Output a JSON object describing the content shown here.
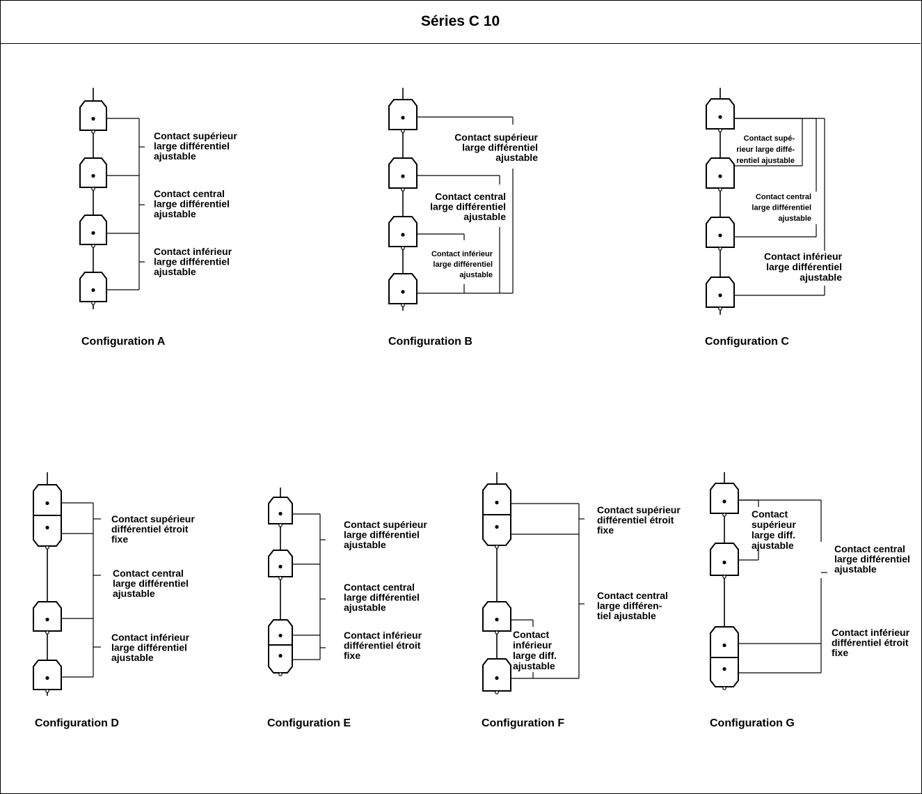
{
  "title": "Séries C 10",
  "configurations": {
    "A": {
      "caption": "Configuration A",
      "labels": [
        [
          "Contact supérieur",
          "large différentiel",
          "ajustable"
        ],
        [
          "Contact central",
          "large différentiel",
          "ajustable"
        ],
        [
          "Contact inférieur",
          "large différentiel",
          "ajustable"
        ]
      ]
    },
    "B": {
      "caption": "Configuration B",
      "labels": [
        [
          "Contact supérieur",
          "large différentiel",
          "ajustable"
        ],
        [
          "Contact central",
          "large différentiel",
          "ajustable"
        ],
        [
          "Contact inférieur",
          "large différentiel",
          "ajustable"
        ]
      ]
    },
    "C": {
      "caption": "Configuration C",
      "labels": [
        [
          "Contact supé-",
          "rieur large diffé-",
          "rentiel ajustable"
        ],
        [
          "Contact central",
          "large différentiel",
          "ajustable"
        ],
        [
          "Contact inférieur",
          "large différentiel",
          "ajustable"
        ]
      ]
    },
    "D": {
      "caption": "Configuration D",
      "labels": [
        [
          "Contact supérieur",
          "différentiel étroit",
          "fixe"
        ],
        [
          "Contact central",
          "large différentiel",
          "ajustable"
        ],
        [
          "Contact inférieur",
          "large différentiel",
          "ajustable"
        ]
      ]
    },
    "E": {
      "caption": "Configuration E",
      "labels": [
        [
          "Contact supérieur",
          "large différentiel",
          "ajustable"
        ],
        [
          "Contact central",
          "large différentiel",
          "ajustable"
        ],
        [
          "Contact inférieur",
          "différentiel étroit",
          "fixe"
        ]
      ]
    },
    "F": {
      "caption": "Configuration F",
      "labels": [
        [
          "Contact supérieur",
          "différentiel étroit",
          "fixe"
        ],
        [
          "Contact central",
          "large différen-",
          "tiel ajustable"
        ],
        [
          "Contact",
          "inférieur",
          "large diff.",
          "ajustable"
        ]
      ]
    },
    "G": {
      "caption": "Configuration G",
      "labels": [
        [
          "Contact",
          "supérieur",
          "large diff.",
          "ajustable"
        ],
        [
          "Contact central",
          "large différentiel",
          "ajustable"
        ],
        [
          "Contact inférieur",
          "différentiel étroit",
          "fixe"
        ]
      ]
    }
  }
}
